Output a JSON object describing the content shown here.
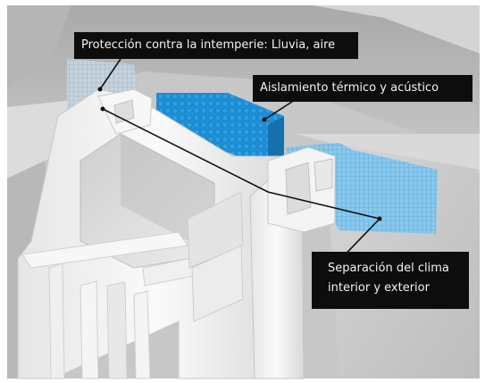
{
  "callouts": {
    "weather_protection": "Protección contra la intemperie: Lluvia, aire",
    "insulation": "Aislamiento térmico y acústico",
    "separation_line1": "Separación del clima",
    "separation_line2": "interior y exterior"
  },
  "colors": {
    "wall": "#c9c9c9",
    "wall_shadow": "#9c9c9c",
    "profile": "#f2f2f2",
    "insulation_foam": "#1f8fd6",
    "membrane": "#7cc3ec",
    "callout_bg": "#0d0d0d"
  }
}
